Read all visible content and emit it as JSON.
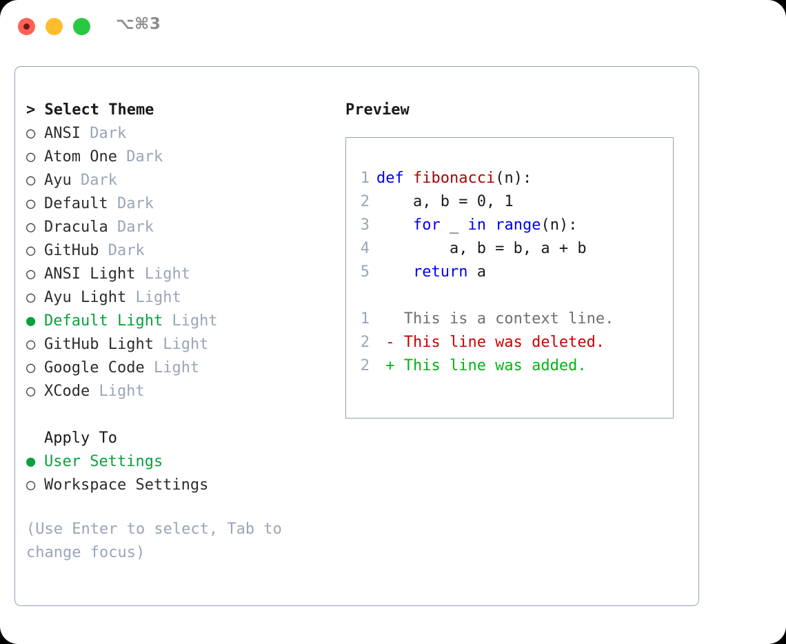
{
  "titlebar": {
    "shortcut": "⌥⌘3",
    "buttons": [
      {
        "name": "close",
        "color": "#ff6058"
      },
      {
        "name": "minimize",
        "color": "#ffbd2e"
      },
      {
        "name": "maximize",
        "color": "#28c840"
      }
    ]
  },
  "colors": {
    "selected_green": "#0aa03c",
    "tag_gray": "#9aa5b8",
    "keyword_blue": "#0000ee",
    "function_red": "#a00808",
    "diff_delete_red": "#cc0000",
    "diff_add_green": "#00b515",
    "border": "#93a1b0"
  },
  "theme_section": {
    "header": "> Select Theme",
    "markers": {
      "unselected": "○",
      "selected": "●"
    },
    "items": [
      {
        "label": "ANSI",
        "tag": "Dark",
        "selected": false
      },
      {
        "label": "Atom One",
        "tag": "Dark",
        "selected": false
      },
      {
        "label": "Ayu",
        "tag": "Dark",
        "selected": false
      },
      {
        "label": "Default",
        "tag": "Dark",
        "selected": false
      },
      {
        "label": "Dracula",
        "tag": "Dark",
        "selected": false
      },
      {
        "label": "GitHub",
        "tag": "Dark",
        "selected": false
      },
      {
        "label": "ANSI Light",
        "tag": "Light",
        "selected": false
      },
      {
        "label": "Ayu Light",
        "tag": "Light",
        "selected": false
      },
      {
        "label": "Default Light",
        "tag": "Light",
        "selected": true
      },
      {
        "label": "GitHub Light",
        "tag": "Light",
        "selected": false
      },
      {
        "label": "Google Code",
        "tag": "Light",
        "selected": false
      },
      {
        "label": "XCode",
        "tag": "Light",
        "selected": false
      }
    ]
  },
  "apply_to_section": {
    "header": "Apply To",
    "items": [
      {
        "label": "User Settings",
        "selected": true
      },
      {
        "label": "Workspace Settings",
        "selected": false
      }
    ]
  },
  "hint": "(Use Enter to select, Tab to change focus)",
  "preview": {
    "title": "Preview",
    "code_lines": [
      {
        "lineno": "1",
        "tokens": [
          {
            "t": "def ",
            "c": "kw"
          },
          {
            "t": "fibonacci",
            "c": "fn"
          },
          {
            "t": "(n):",
            "c": "plain"
          }
        ]
      },
      {
        "lineno": "2",
        "tokens": [
          {
            "t": "    a, b = 0, 1",
            "c": "plain"
          }
        ]
      },
      {
        "lineno": "3",
        "tokens": [
          {
            "t": "    ",
            "c": "plain"
          },
          {
            "t": "for",
            "c": "kw"
          },
          {
            "t": " _ ",
            "c": "plain"
          },
          {
            "t": "in",
            "c": "kw"
          },
          {
            "t": " ",
            "c": "plain"
          },
          {
            "t": "range",
            "c": "kw"
          },
          {
            "t": "(n):",
            "c": "plain"
          }
        ]
      },
      {
        "lineno": "4",
        "tokens": [
          {
            "t": "        a, b = b, a + b",
            "c": "plain"
          }
        ]
      },
      {
        "lineno": "5",
        "tokens": [
          {
            "t": "    ",
            "c": "plain"
          },
          {
            "t": "return",
            "c": "kw"
          },
          {
            "t": " a",
            "c": "plain"
          }
        ]
      }
    ],
    "diff_lines": [
      {
        "lineno": "1",
        "tokens": [
          {
            "t": "   This is a context line.",
            "c": "ctx"
          }
        ]
      },
      {
        "lineno": "2",
        "tokens": [
          {
            "t": " - This line was deleted.",
            "c": "del"
          }
        ]
      },
      {
        "lineno": "2",
        "tokens": [
          {
            "t": " + This line was added.",
            "c": "add"
          }
        ]
      }
    ]
  }
}
